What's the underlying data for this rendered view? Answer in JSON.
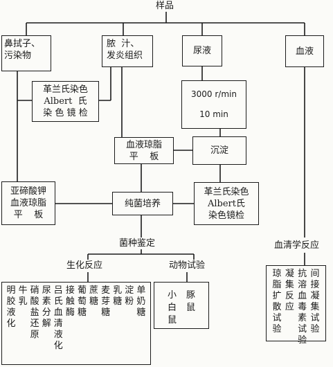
{
  "diagram": {
    "root": "样品",
    "sources": {
      "nasal": [
        "鼻拭子、",
        "污染物"
      ],
      "pus": [
        "脓  汁、",
        "发炎组织"
      ],
      "urine": [
        "尿液"
      ],
      "blood": [
        "血液"
      ]
    },
    "gram_stain_1": [
      "革兰氏染色",
      "Albert  氏",
      "染 色 镜 检"
    ],
    "centrifuge": [
      "3000 r/min",
      "10 min"
    ],
    "blood_agar": [
      "血液琼脂",
      "平    板"
    ],
    "sediment": "沉淀",
    "tellurite_agar": [
      "亚碲酸钾",
      "血液琼脂",
      "平    板"
    ],
    "pure_culture": "纯菌培养",
    "gram_stain_2": [
      "革兰氏染色",
      "Albert氏",
      "染色镜检"
    ],
    "species_identification": "菌种鉴定",
    "serology": "血清学反应",
    "biochemical": "生化反应",
    "animal_test": "动物试验",
    "biochemical_tests": [
      [
        "明",
        "胶",
        "液",
        "化"
      ],
      [
        "牛",
        "乳"
      ],
      [
        "硝",
        "酸",
        "盐",
        "还",
        "原"
      ],
      [
        "尿",
        "素",
        "分",
        "解"
      ],
      [
        "吕",
        "氏",
        "血",
        "清",
        "液",
        "化"
      ],
      [
        "接",
        "触",
        "酶"
      ],
      [
        "葡",
        "萄",
        "糖"
      ],
      [
        "蔗",
        "糖"
      ],
      [
        "麦",
        "芽",
        "糖"
      ],
      [
        "乳",
        "糖"
      ],
      [
        "淀",
        "粉"
      ],
      [
        "单",
        "奶",
        "糖"
      ]
    ],
    "animals": [
      [
        "小",
        "白"
      ],
      [
        "豚",
        "鼠"
      ]
    ],
    "animal_suffix": "鼠",
    "serology_tests": [
      [
        "琼",
        "脂",
        "扩",
        "散",
        "试",
        "验"
      ],
      [
        "凝",
        "集",
        "反",
        "应"
      ],
      [
        "抗",
        "溶",
        "血",
        "毒",
        "素",
        "试",
        "验"
      ],
      [
        "间",
        "接",
        "凝",
        "集",
        "试",
        "验"
      ]
    ]
  }
}
